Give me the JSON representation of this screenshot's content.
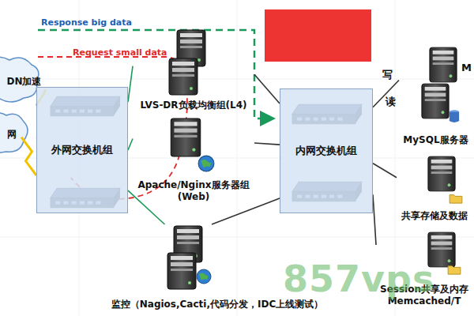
{
  "diagram": {
    "nodes": [
      {
        "text": [
          "DN加速"
        ]
      },
      {
        "text": [
          "网"
        ]
      },
      {
        "text": [
          "外网交换机组"
        ]
      },
      {
        "text": [
          "LVS-DR负载均衡组(L4)"
        ]
      },
      {
        "text": [
          "Apache/Nginx服务器组",
          "(Web)"
        ]
      },
      {
        "text": [
          "监控（Nagios,Cacti,代码分发，IDC上线测试）"
        ]
      },
      {
        "text": [
          "内网交换机组"
        ]
      },
      {
        "text": [
          "MySQL服务器"
        ]
      },
      {
        "text": [
          "共享存储及数据"
        ]
      },
      {
        "text": [
          "Session共享及内存",
          "Memcached/T"
        ]
      }
    ],
    "edges": [
      {
        "from": 0,
        "to": 2,
        "arrow": "none"
      },
      {
        "from": 1,
        "to": 2,
        "arrow": "none"
      },
      {
        "from": 2,
        "to": 3,
        "arrow": "none"
      },
      {
        "from": 2,
        "to": 4,
        "arrow": "none"
      },
      {
        "from": 2,
        "to": 5,
        "arrow": "none"
      },
      {
        "from": 3,
        "to": 6,
        "arrow": "none"
      },
      {
        "from": 4,
        "to": 6,
        "arrow": "none"
      },
      {
        "from": 5,
        "to": 6,
        "arrow": "none"
      },
      {
        "from": 6,
        "to": 7,
        "arrow": "none"
      },
      {
        "from": 6,
        "to": 8,
        "arrow": "none"
      },
      {
        "from": 6,
        "to": 9,
        "arrow": "none"
      }
    ],
    "labels": [
      "Response big data",
      "Request small data",
      "写",
      "读",
      "M",
      "857vps"
    ]
  }
}
